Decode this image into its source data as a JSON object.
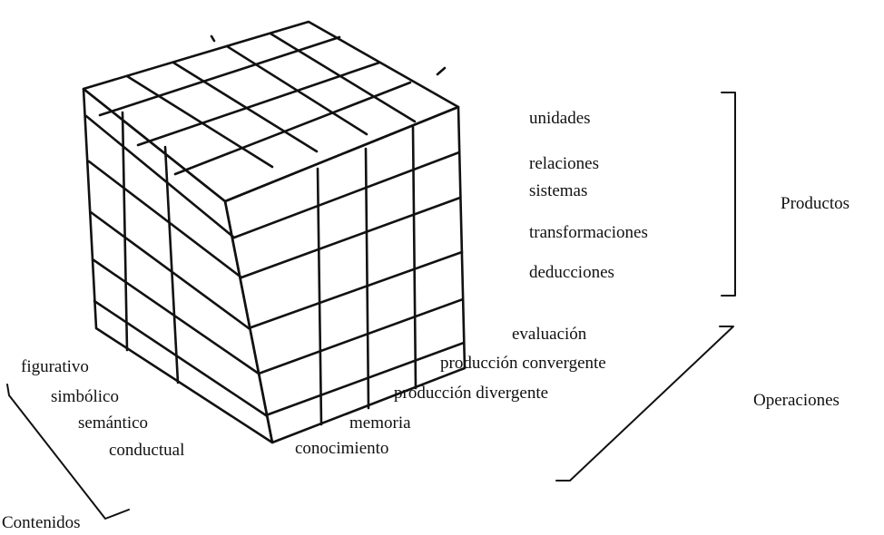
{
  "productos": {
    "heading": "Productos",
    "items": [
      "unidades",
      "relaciones",
      "sistemas",
      "transformaciones",
      "deducciones"
    ]
  },
  "operaciones": {
    "heading": "Operaciones",
    "items": [
      "evaluación",
      "producción convergente",
      "producción divergente",
      "memoria",
      "conocimiento"
    ]
  },
  "contenidos": {
    "heading": "Contenidos",
    "items": [
      "figurativo",
      "simbólico",
      "semántico",
      "conductual"
    ]
  },
  "colors": {
    "ink": "#111111",
    "background": "#ffffff"
  }
}
